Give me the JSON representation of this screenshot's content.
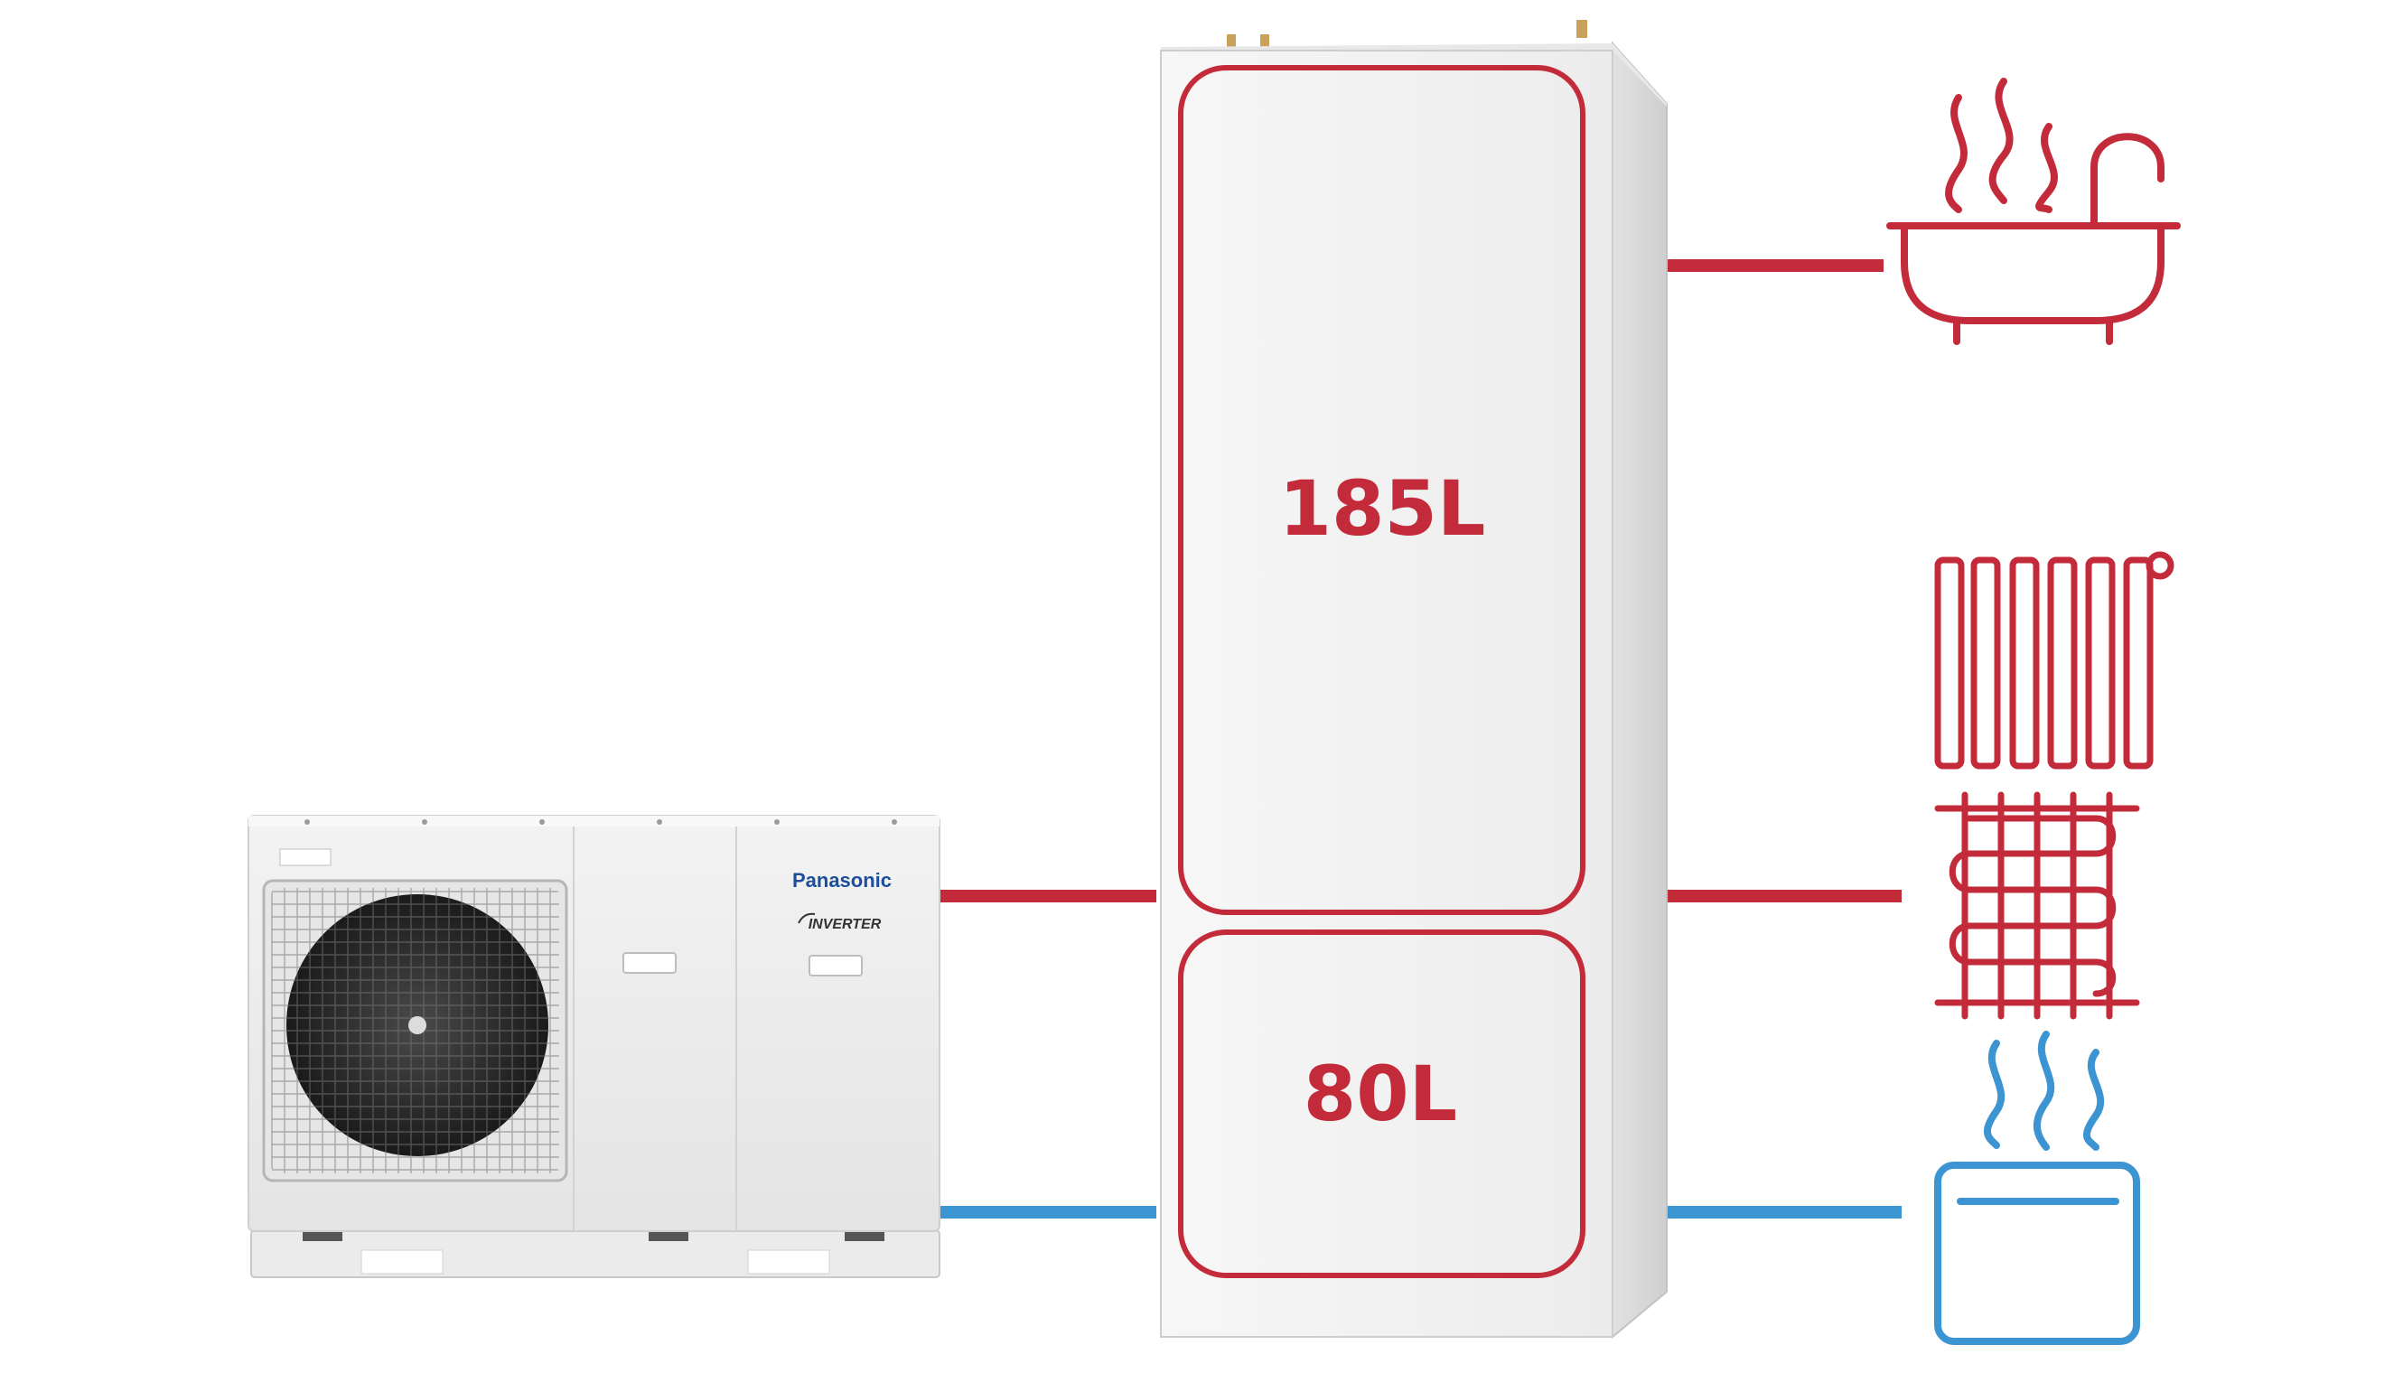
{
  "outdoor_unit": {
    "brand": "Panasonic",
    "badge": "INVERTER"
  },
  "tank": {
    "upper_volume": "185L",
    "lower_volume": "80L"
  },
  "colors": {
    "hot_pipe": "#c42b3a",
    "cold_pipe": "#3d94d2",
    "background": "#ffffff"
  },
  "icons": {
    "bath": "bathtub-steam-icon",
    "radiator": "radiator-icon",
    "floor_heating": "underfloor-heating-icon",
    "cooling": "fan-coil-icon"
  }
}
